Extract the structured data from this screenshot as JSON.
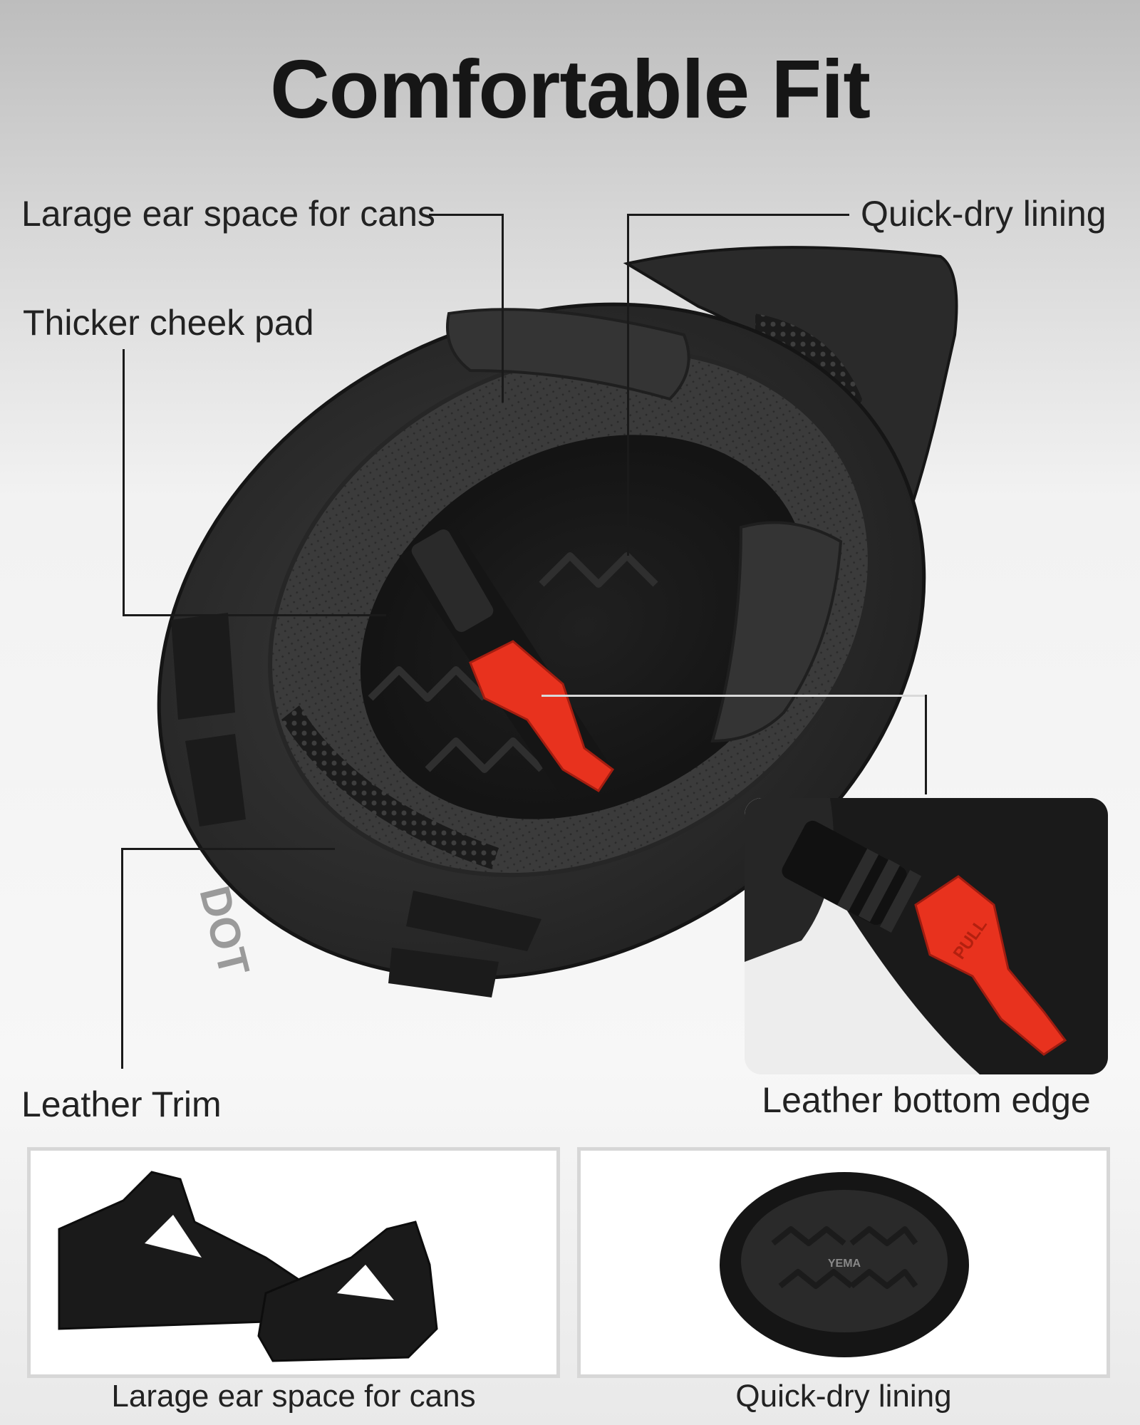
{
  "title": "Comfortable Fit",
  "callouts": {
    "ear_space": "Larage ear space for cans",
    "quick_dry": "Quick-dry lining",
    "cheek_pad": "Thicker cheek pad",
    "leather_trim": "Leather Trim",
    "bottom_edge": "Leather bottom edge"
  },
  "panels": {
    "left_label": "Larage ear space for cans",
    "right_label": "Quick-dry lining"
  },
  "brand": {
    "buckle_text": "PULL",
    "liner_logo": "YEMA",
    "shell_text": "DOT"
  },
  "colors": {
    "shell": "#2b2b2b",
    "padding": "#3a3a3a",
    "accent": "#e8321e",
    "leader": "#1a1a1a"
  }
}
